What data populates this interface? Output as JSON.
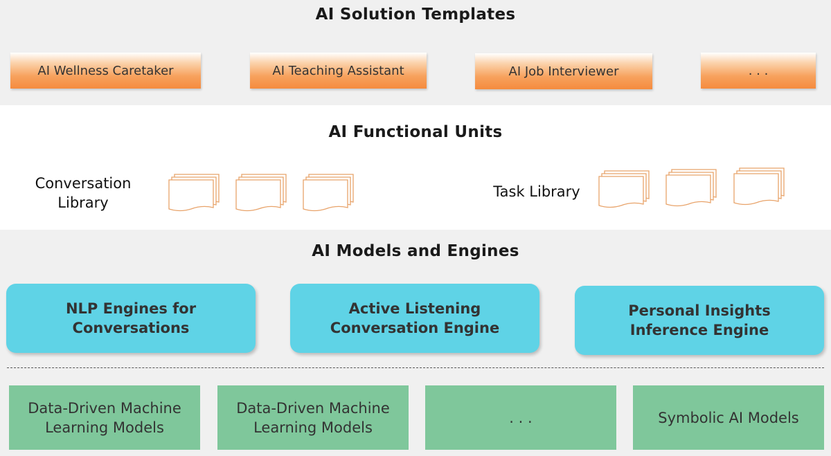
{
  "templates": {
    "title": "AI Solution Templates",
    "items": [
      {
        "label": "AI Wellness Caretaker"
      },
      {
        "label": "AI Teaching Assistant"
      },
      {
        "label": "AI Job Interviewer"
      },
      {
        "label": ". . ."
      }
    ]
  },
  "units": {
    "title": "AI Functional Units",
    "conversation_library": {
      "line1": "Conversation",
      "line2": "Library"
    },
    "task_library": "Task Library"
  },
  "models": {
    "title": "AI Models and Engines",
    "engines": [
      {
        "line1": "NLP Engines for",
        "line2": "Conversations"
      },
      {
        "line1": "Active Listening",
        "line2": "Conversation Engine"
      },
      {
        "line1": "Personal Insights",
        "line2": "Inference Engine"
      }
    ],
    "ml_models": [
      {
        "line1": "Data-Driven Machine",
        "line2": "Learning Models"
      },
      {
        "line1": "Data-Driven Machine",
        "line2": "Learning Models"
      },
      {
        "line1": ". . .",
        "line2": ""
      },
      {
        "line1": "Symbolic AI Models",
        "line2": ""
      }
    ]
  },
  "colors": {
    "template_orange": "#f58b3e",
    "engine_cyan": "#5fd3e6",
    "model_green": "#7fc79b",
    "band_gray": "#f0f0f0",
    "doc_stroke": "#e8a36a"
  },
  "icons": {
    "document": "document-stack-icon"
  }
}
